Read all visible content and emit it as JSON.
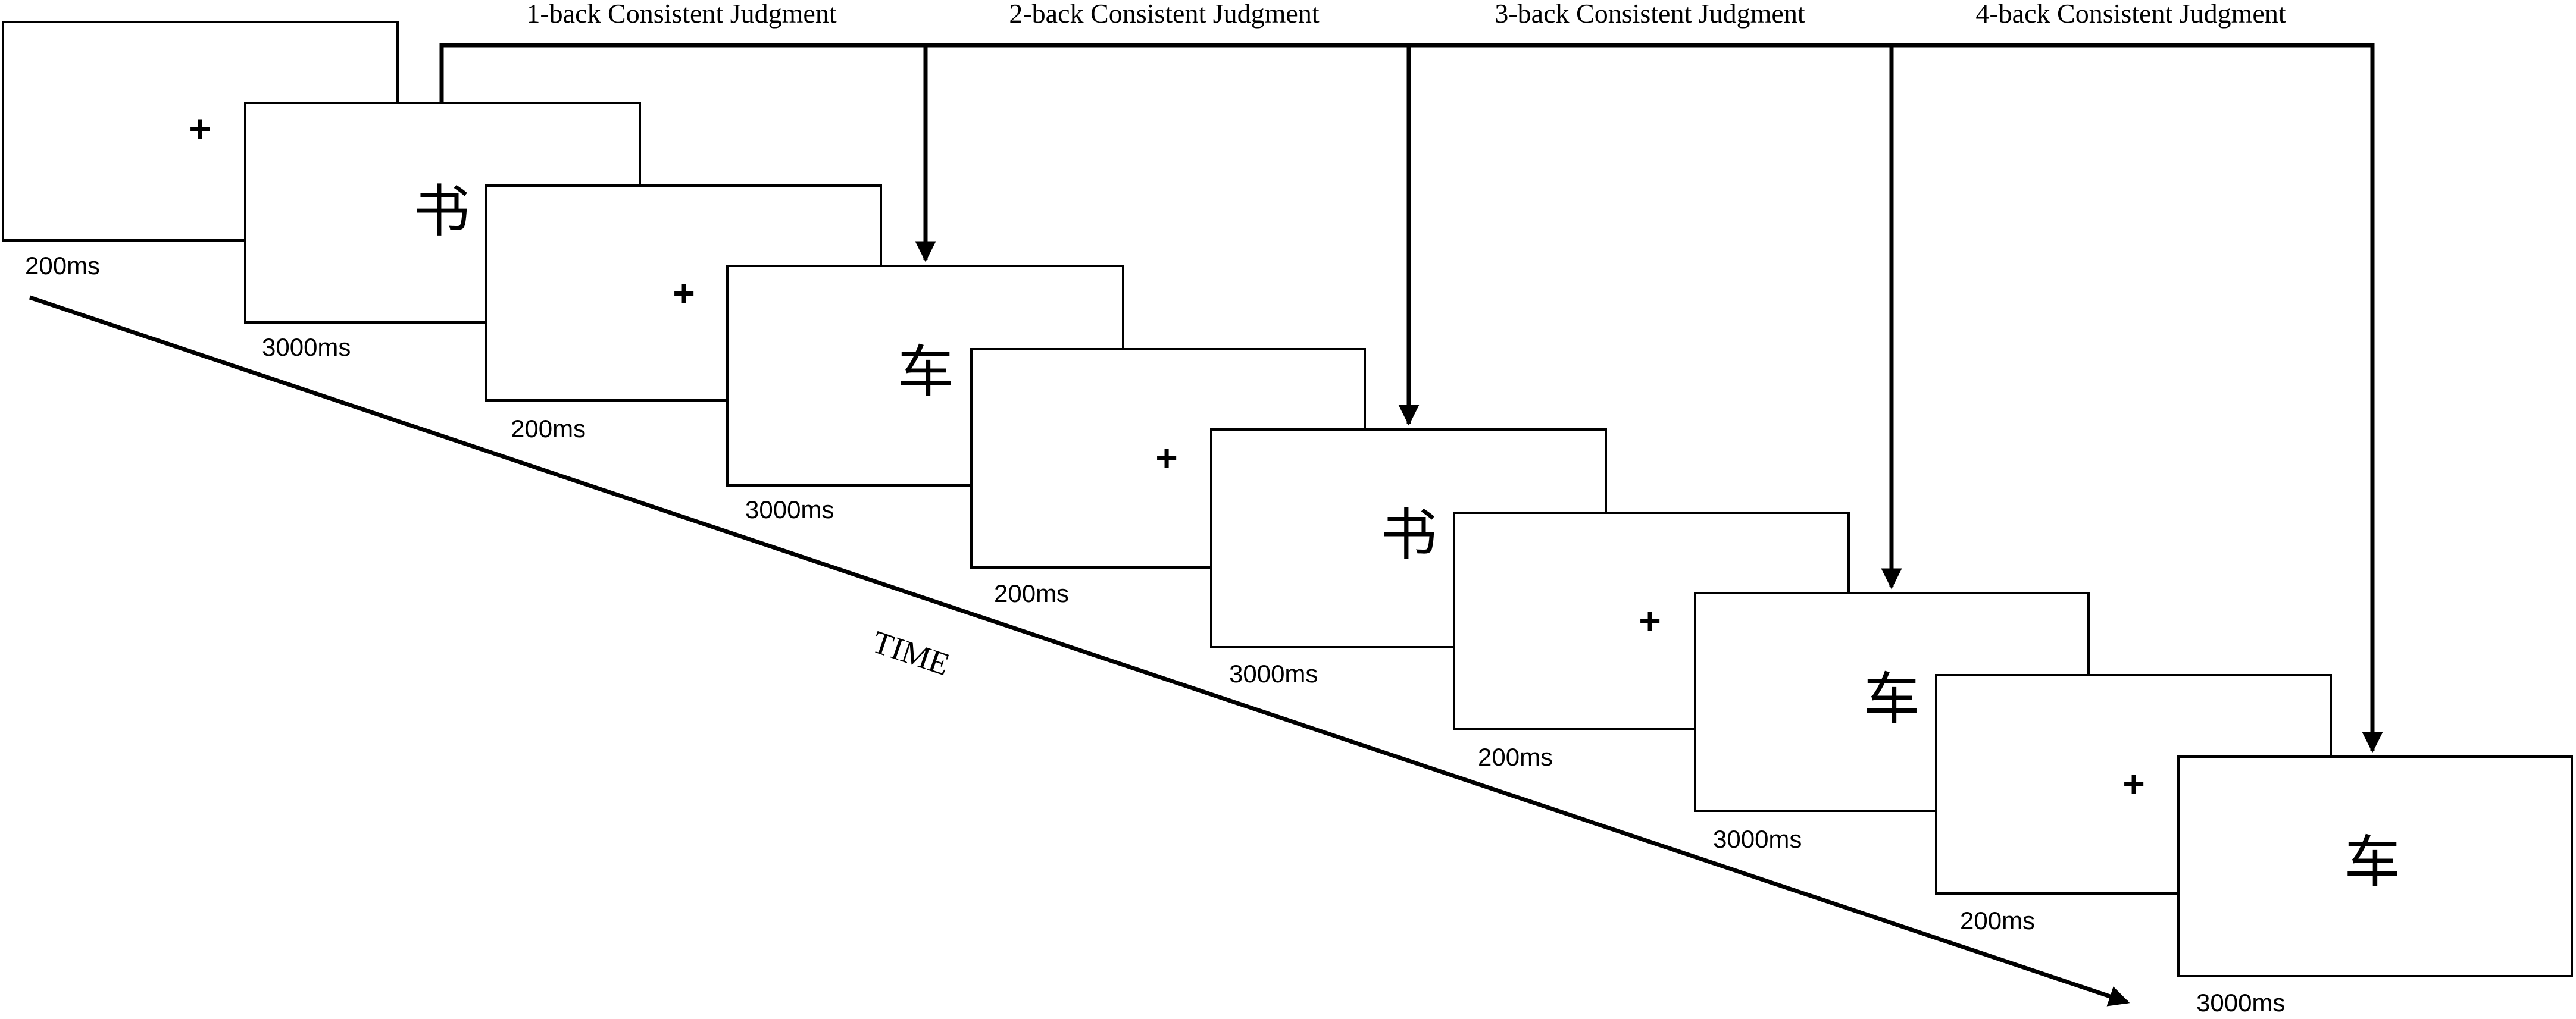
{
  "judgments": [
    {
      "label": "1-back Consistent Judgment"
    },
    {
      "label": "2-back Consistent Judgment"
    },
    {
      "label": "3-back Consistent Judgment"
    },
    {
      "label": "4-back Consistent Judgment"
    }
  ],
  "frames": [
    {
      "stimulus": "+",
      "duration": "200ms"
    },
    {
      "stimulus": "书",
      "duration": "3000ms"
    },
    {
      "stimulus": "+",
      "duration": "200ms"
    },
    {
      "stimulus": "车",
      "duration": "3000ms"
    },
    {
      "stimulus": "+",
      "duration": "200ms"
    },
    {
      "stimulus": "书",
      "duration": "3000ms"
    },
    {
      "stimulus": "+",
      "duration": "200ms"
    },
    {
      "stimulus": "车",
      "duration": "3000ms"
    },
    {
      "stimulus": "+",
      "duration": "200ms"
    },
    {
      "stimulus": "车",
      "duration": "3000ms"
    }
  ],
  "time_axis": {
    "label": "TIME"
  }
}
